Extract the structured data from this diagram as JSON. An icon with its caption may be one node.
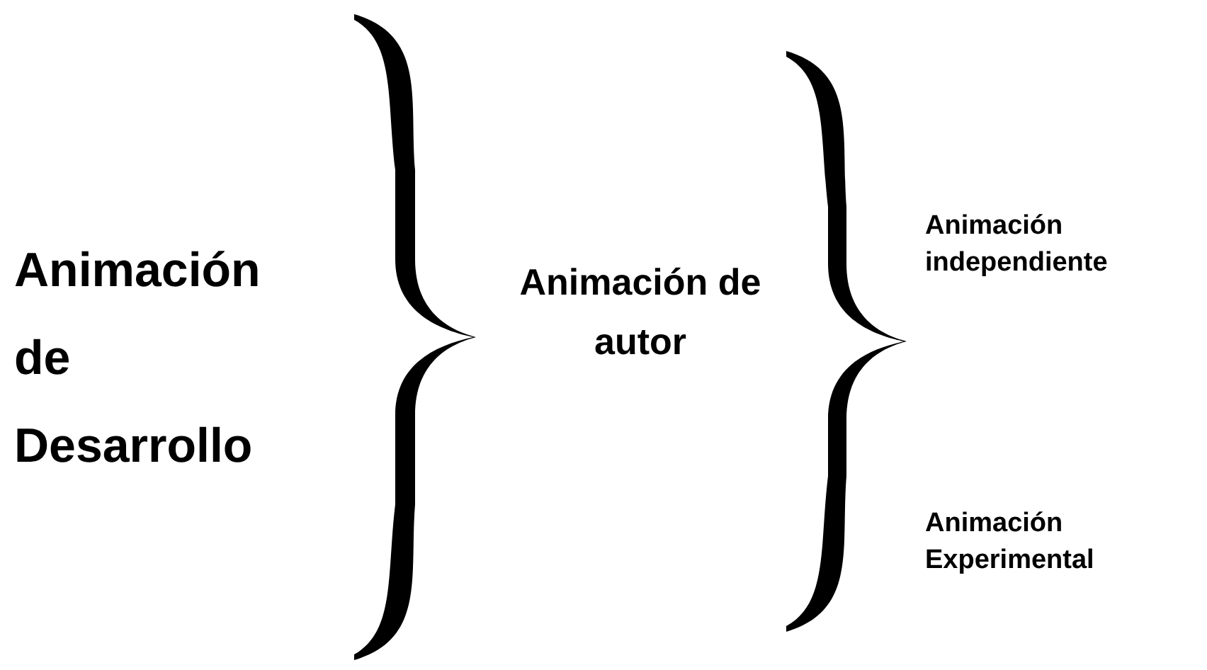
{
  "diagram": {
    "labels": [
      "Animación de Desarrollo",
      "Animación de autor",
      "Animación independiente",
      "Animación Experimental"
    ]
  }
}
